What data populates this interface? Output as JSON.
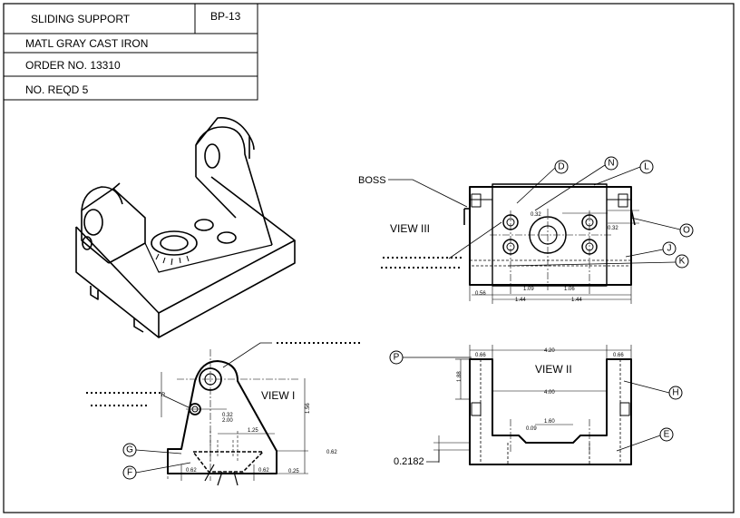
{
  "title_block": {
    "part_name": "SLIDING SUPPORT",
    "drawing_no": "BP-13",
    "material": "MATL  GRAY CAST IRON",
    "order_no": "ORDER NO.  13310",
    "qty": "NO. REQD  5"
  },
  "views": {
    "view1": "VIEW  I",
    "view2": "VIEW  II",
    "view3": "VIEW  III"
  },
  "labels": {
    "boss": "BOSS",
    "d": "D",
    "n": "N",
    "l": "L",
    "o": "O",
    "j": "J",
    "k": "K",
    "p": "P",
    "h": "H",
    "e": "E",
    "g": "G",
    "f": "F",
    "depth_value": "0.2182"
  },
  "dims": {
    "v3_1_09": "1.09",
    "v3_1_06": "1.06",
    "v3_0_32a": "0.32",
    "v3_0_32b": "0.32",
    "v3_0_56": "0.56",
    "v3_1_44a": "1.44",
    "v3_1_44b": "1.44",
    "v2_0_66a": "0.66",
    "v2_4_20": "4.20",
    "v2_0_66b": "0.66",
    "v2_4_00": "4.00",
    "v2_1_60": "1.60",
    "v2_0_09": "0.09",
    "v2_1_88": "1.88",
    "v1_0_32": "0.32",
    "v1_2_00": "2.00",
    "v1_1_25": "1.25",
    "v1_1_56": "1.56",
    "v1_0_62a": "0.62",
    "v1_0_62b": "0.62",
    "v1_0_62c": "0.62",
    "v1_0_25": "0.25",
    "v1_r": "R"
  }
}
